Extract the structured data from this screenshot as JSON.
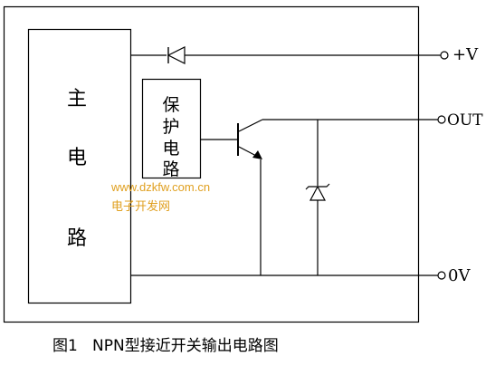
{
  "diagram": {
    "main_block": {
      "chars": [
        "主",
        "电",
        "路"
      ]
    },
    "protection_block": {
      "chars": [
        "保",
        "护",
        "电",
        "路"
      ]
    },
    "terminals": {
      "vplus": "+V",
      "out": "OUT",
      "zero_v": "0V"
    },
    "watermark": {
      "url": "www.dzkfw.com.cn",
      "site": "电子开发网"
    },
    "caption": "图1   NPN型接近开关输出电路图"
  },
  "colors": {
    "line": "#000000",
    "watermark": "#e0a020",
    "background": "#ffffff"
  }
}
